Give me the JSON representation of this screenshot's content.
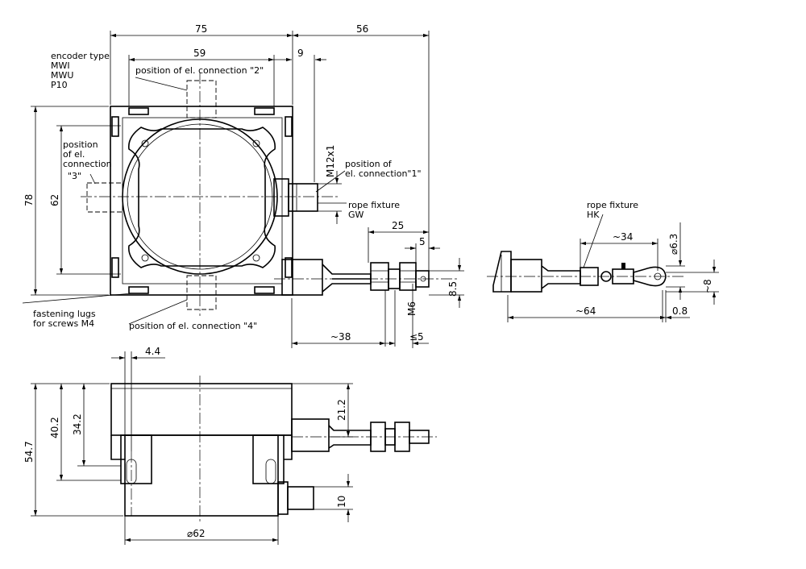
{
  "labels": {
    "encoder_type": [
      "encoder type",
      "MWI",
      "MWU",
      "P10"
    ],
    "conn2": "position of el. connection \"2\"",
    "conn3": [
      "position",
      "of el.",
      "connection",
      "\"3\""
    ],
    "conn1": [
      "position of",
      "el. connection\"1\""
    ],
    "conn4": "position of el. connection \"4\"",
    "rope_gw": [
      "rope fixture",
      "GW"
    ],
    "rope_hk": [
      "rope fixture",
      "HK"
    ],
    "lugs": [
      "fastening lugs",
      "for screws M4"
    ]
  },
  "dimensions": {
    "d75": "75",
    "d56": "56",
    "d59": "59",
    "d9": "9",
    "d78": "78",
    "d62": "62",
    "m12": "M12x1",
    "d25": "25",
    "d5": "5",
    "d8_5": "8.5",
    "m6": "M6",
    "d38": "~38",
    "d_le5": "≤5",
    "d34": "~34",
    "d6_3": "⌀6.3",
    "d8": "~8",
    "d64": "~64",
    "d0_8": "0.8",
    "d4_4": "4.4",
    "d54_7": "54.7",
    "d40_2": "40.2",
    "d34_2": "34.2",
    "d21_2": "21.2",
    "d10": "10",
    "dia62": "⌀62"
  }
}
